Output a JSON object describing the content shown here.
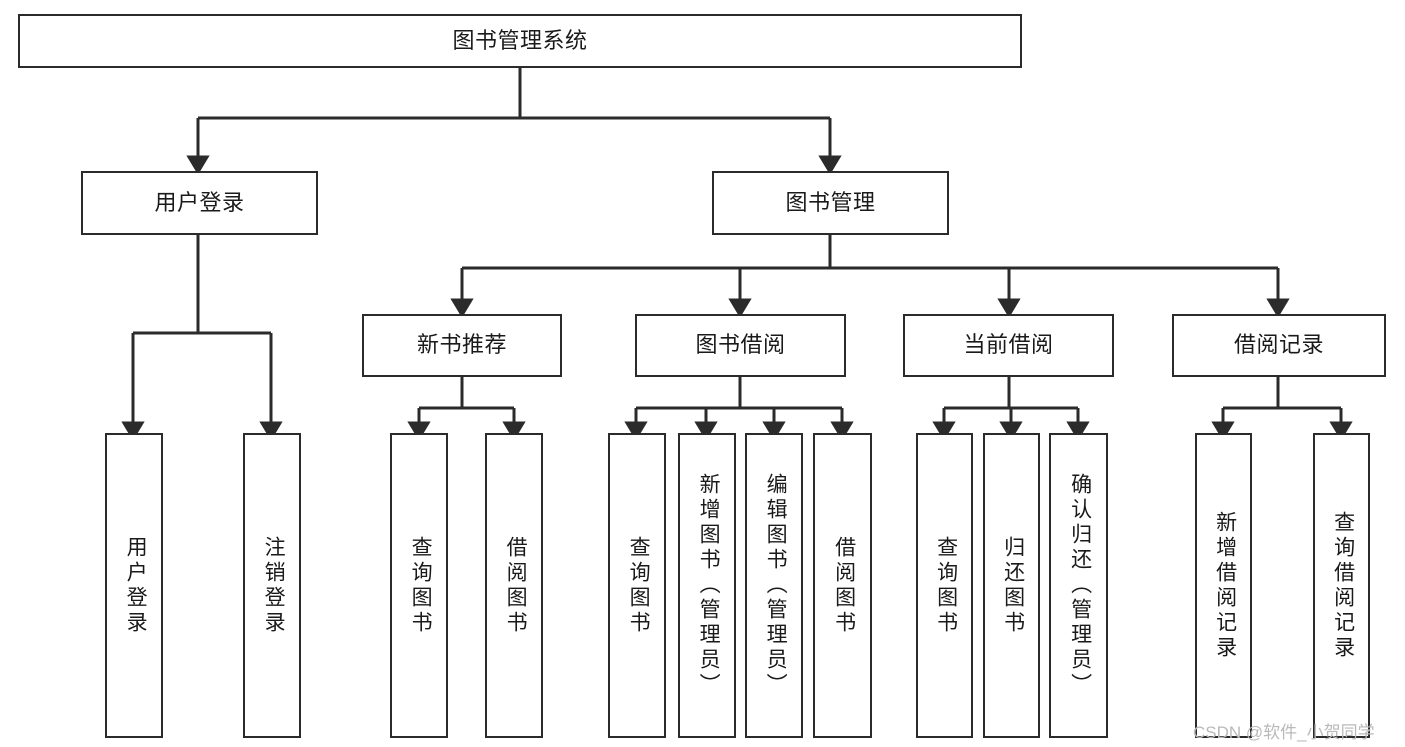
{
  "diagram": {
    "type": "tree-hierarchy-chart",
    "title": "图书管理系统",
    "watermark": "CSDN @软件_小贺同学",
    "colors": {
      "stroke": "#2b2b2b",
      "box_fill": "#ffffff",
      "text": "#1a1a1a",
      "watermark": "#b9b9b9",
      "background": "#ffffff"
    },
    "levels": {
      "root": {
        "label": "图书管理系统"
      },
      "level2": [
        {
          "label": "用户登录"
        },
        {
          "label": "图书管理"
        }
      ],
      "level3": [
        {
          "label": "新书推荐"
        },
        {
          "label": "图书借阅"
        },
        {
          "label": "当前借阅"
        },
        {
          "label": "借阅记录"
        }
      ],
      "leaves": [
        {
          "label": "用户登录",
          "parent": "用户登录"
        },
        {
          "label": "注销登录",
          "parent": "用户登录"
        },
        {
          "label": "查询图书",
          "parent": "新书推荐"
        },
        {
          "label": "借阅图书",
          "parent": "新书推荐"
        },
        {
          "label": "查询图书",
          "parent": "图书借阅"
        },
        {
          "label": "新增图书（管理员）",
          "parent": "图书借阅"
        },
        {
          "label": "编辑图书（管理员）",
          "parent": "图书借阅"
        },
        {
          "label": "借阅图书",
          "parent": "图书借阅"
        },
        {
          "label": "查询图书",
          "parent": "当前借阅"
        },
        {
          "label": "归还图书",
          "parent": "当前借阅"
        },
        {
          "label": "确认归还（管理员）",
          "parent": "当前借阅"
        },
        {
          "label": "新增借阅记录",
          "parent": "借阅记录"
        },
        {
          "label": "查询借阅记录",
          "parent": "借阅记录"
        }
      ]
    }
  }
}
